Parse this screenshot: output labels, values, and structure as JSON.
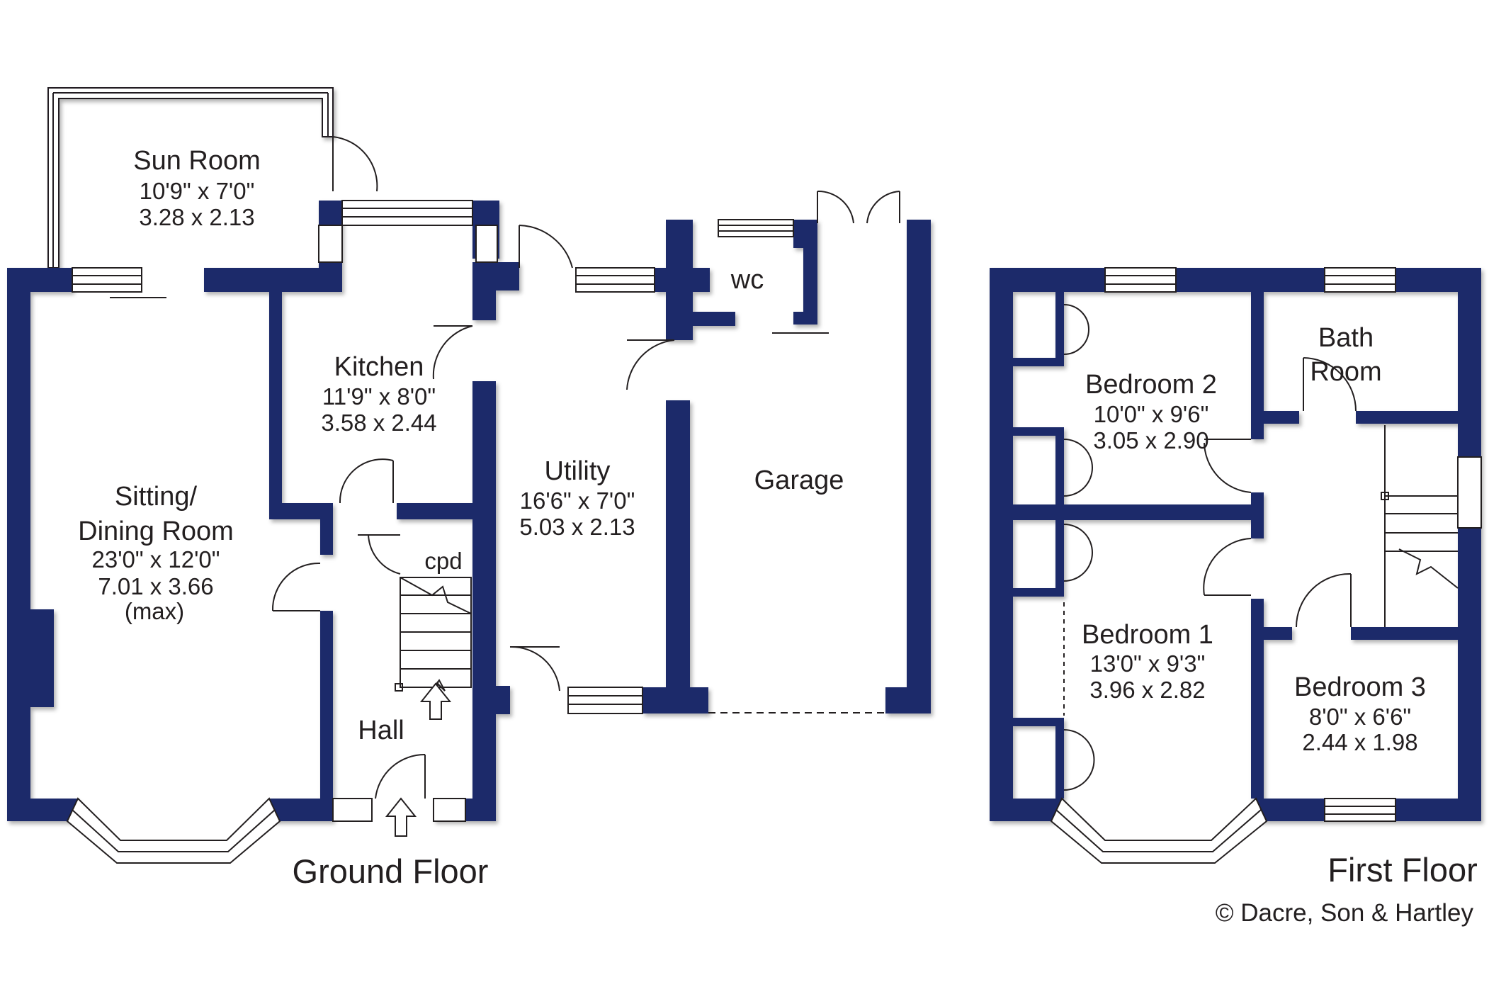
{
  "colors": {
    "wall": "#1b2a6b",
    "window_fill": "#ffffff",
    "line": "#231f20",
    "background": "#ffffff"
  },
  "ground_floor": {
    "caption": "Ground Floor",
    "sun_room": {
      "name": "Sun Room",
      "imperial": "10'9\"  x   7'0\"",
      "metric": "3.28  x  2.13"
    },
    "kitchen": {
      "name": "Kitchen",
      "imperial": "11'9\"  x   8'0\"",
      "metric": "3.58  x  2.44"
    },
    "sitting": {
      "name1": "Sitting/",
      "name2": "Dining Room",
      "imperial": "23'0\"  x  12'0\"",
      "metric": "7.01  x  3.66",
      "note": "(max)"
    },
    "utility": {
      "name": "Utility",
      "imperial": "16'6\"  x   7'0\"",
      "metric": "5.03  x  2.13"
    },
    "garage": {
      "name": "Garage"
    },
    "wc": {
      "name": "wc"
    },
    "cupboard": {
      "name": "cpd"
    },
    "hall": {
      "name": "Hall"
    }
  },
  "first_floor": {
    "caption": "First Floor",
    "bedroom2": {
      "name": "Bedroom 2",
      "imperial": "10'0\"  x   9'6\"",
      "metric": "3.05  x  2.90"
    },
    "bathroom": {
      "name1": "Bath",
      "name2": "Room"
    },
    "bedroom1": {
      "name": "Bedroom 1",
      "imperial": "13'0\"  x   9'3\"",
      "metric": "3.96  x  2.82"
    },
    "bedroom3": {
      "name": "Bedroom 3",
      "imperial": "8'0\"   x   6'6\"",
      "metric": "2.44  x  1.98"
    }
  },
  "copyright": "© Dacre, Son & Hartley"
}
